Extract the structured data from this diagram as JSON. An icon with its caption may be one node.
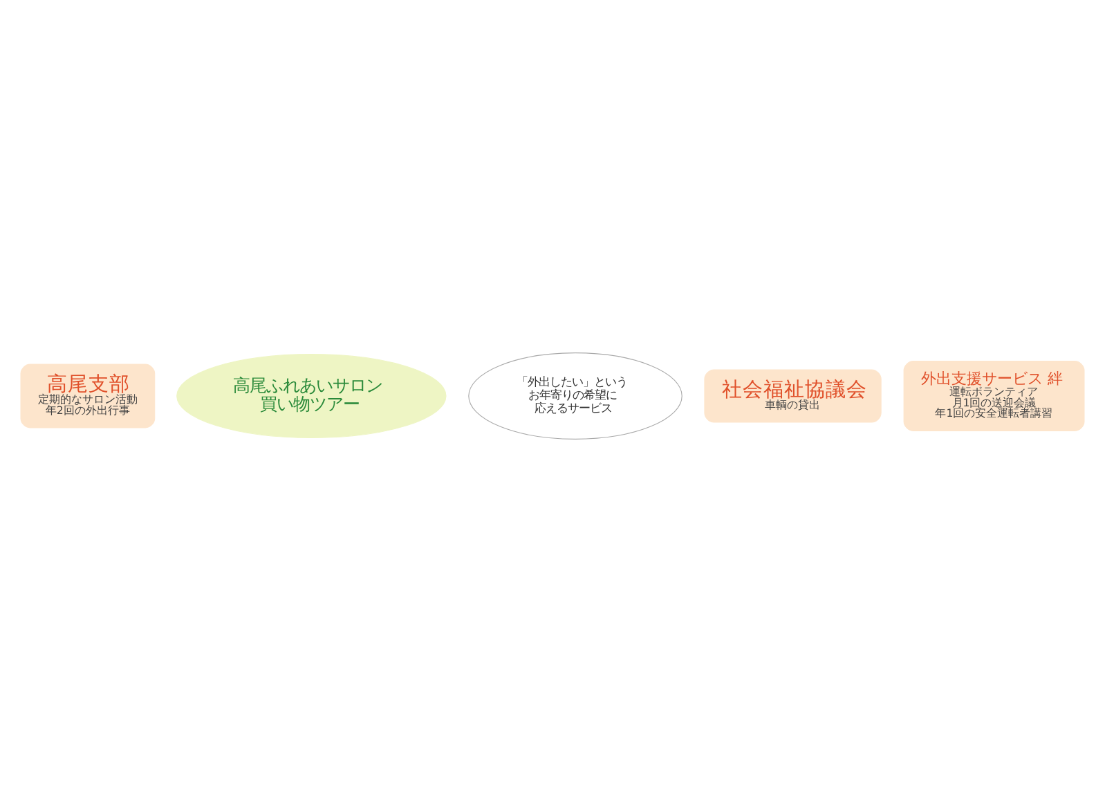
{
  "diagram": {
    "nodes": [
      {
        "text": [
          "高尾支部",
          "定期的なサロン活動",
          "年2回の外出行事"
        ]
      },
      {
        "text": [
          "高尾ふれあいサロン",
          "買い物ツアー"
        ]
      },
      {
        "text": [
          "「外出したい」という",
          "お年寄りの希望に",
          "応えるサービス"
        ]
      },
      {
        "text": [
          "社会福祉協議会",
          "車輌の貸出"
        ]
      },
      {
        "text": [
          "外出支援サービス 絆",
          "運転ボランティア",
          "月1回の送迎会議",
          "年1回の安全運転者講習"
        ]
      }
    ],
    "edges": []
  }
}
